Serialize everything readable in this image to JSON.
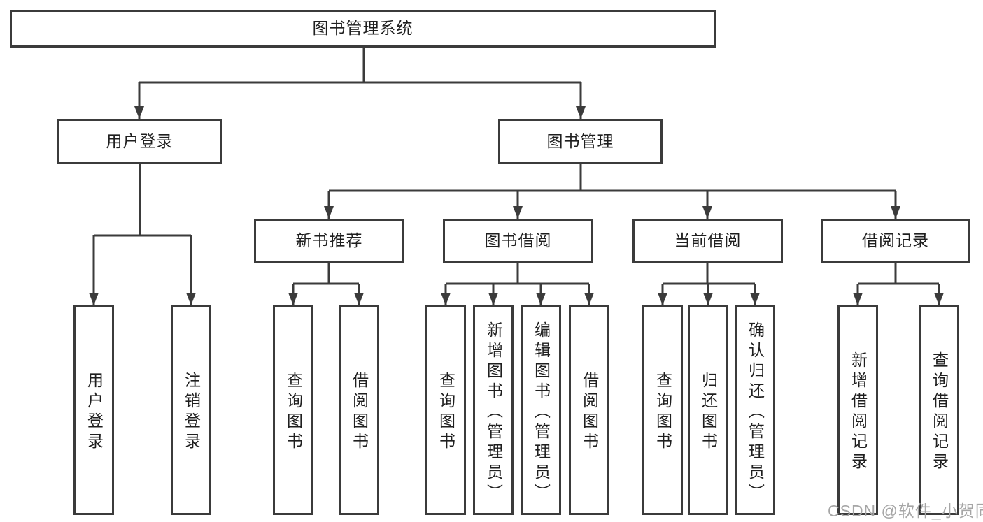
{
  "diagram_title": "图书管理系统",
  "tree": {
    "label": "图书管理系统",
    "children": [
      {
        "label": "用户登录",
        "children": [
          {
            "label": "用户登录"
          },
          {
            "label": "注销登录"
          }
        ]
      },
      {
        "label": "图书管理",
        "children": [
          {
            "label": "新书推荐",
            "children": [
              {
                "label": "查询图书"
              },
              {
                "label": "借阅图书"
              }
            ]
          },
          {
            "label": "图书借阅",
            "children": [
              {
                "label": "查询图书"
              },
              {
                "label": "新增图书（管理员）"
              },
              {
                "label": "编辑图书（管理员）"
              },
              {
                "label": "借阅图书"
              }
            ]
          },
          {
            "label": "当前借阅",
            "children": [
              {
                "label": "查询图书"
              },
              {
                "label": "归还图书"
              },
              {
                "label": "确认归还（管理员）"
              }
            ]
          },
          {
            "label": "借阅记录",
            "children": [
              {
                "label": "新增借阅记录"
              },
              {
                "label": "查询借阅记录"
              }
            ]
          }
        ]
      }
    ]
  },
  "watermark": {
    "text": "CSDN @软件_小贺同学"
  },
  "colors": {
    "line": "#3b3b3b",
    "text": "#1f1f1f",
    "bg": "#ffffff",
    "watermark": "#a6a6a6"
  }
}
